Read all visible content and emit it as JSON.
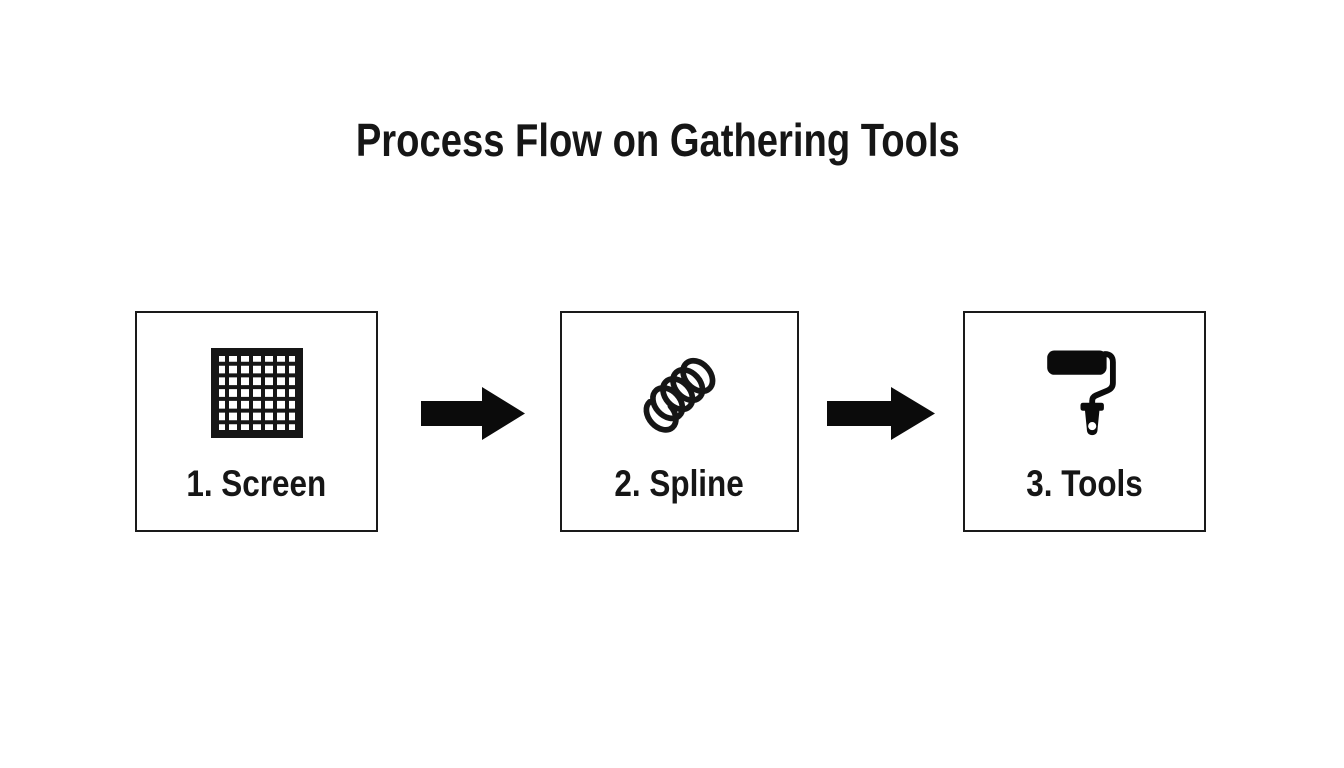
{
  "title": "Process Flow on Gathering Tools",
  "colors": {
    "background": "#ffffff",
    "ink": "#161616",
    "box_border": "#1a1a1a"
  },
  "steps": [
    {
      "label": "1. Screen",
      "icon": "mesh-grid-icon"
    },
    {
      "label": "2. Spline",
      "icon": "spline-coil-icon"
    },
    {
      "label": "3. Tools",
      "icon": "paint-roller-icon"
    }
  ],
  "connectors": [
    {
      "type": "arrow-right"
    },
    {
      "type": "arrow-right"
    }
  ]
}
